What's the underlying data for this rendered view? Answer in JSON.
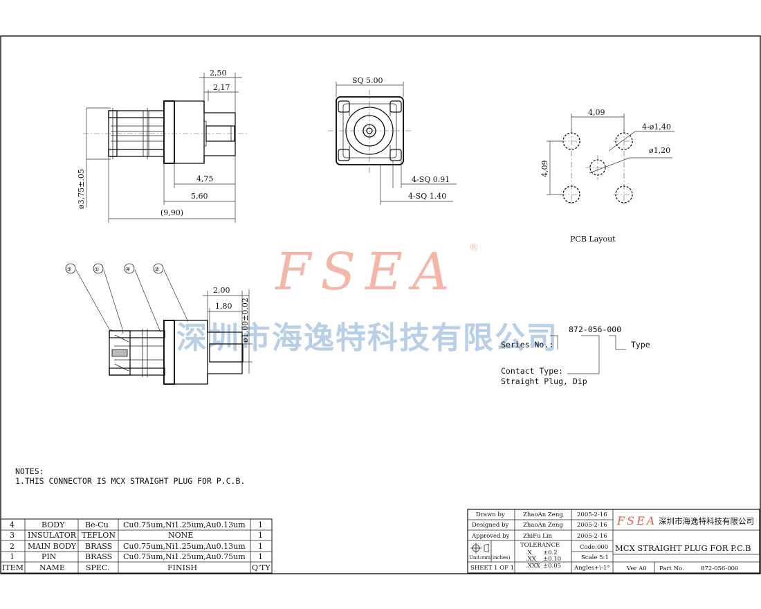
{
  "watermark": {
    "logo": "FSEA",
    "registered_mark": "®",
    "company_cn": "深圳市海逸特科技有限公司"
  },
  "side_view": {
    "dims": [
      "2,50",
      "2,17",
      "ø3,75±.05",
      "4,75",
      "5,60",
      "(9,90)"
    ]
  },
  "front_view": {
    "dims": [
      "SQ 5.00",
      "4-SQ 0.91",
      "4-SQ 1.40"
    ]
  },
  "pcb_layout": {
    "dims": [
      "4,09",
      "4,09",
      "4-ø1,40",
      "ø1,20"
    ],
    "label": "PCB Layout"
  },
  "section_view": {
    "dims": [
      "2,00",
      "1,80",
      "ø1,00±0.02"
    ],
    "balloons": [
      "③",
      "①",
      "④",
      "②"
    ]
  },
  "part_code": {
    "number": "872-056-000",
    "series_label": "Series No.:",
    "type_label": "Type",
    "contact_label": "Contact Type:",
    "contact_value": "Straight Plug, Dip"
  },
  "notes": {
    "heading": "NOTES:",
    "line1": "1.THIS CONNECTOR IS MCX STRAIGHT PLUG FOR P.C.B."
  },
  "bom": {
    "rows": [
      {
        "item": "4",
        "name": "BODY",
        "spec": "Be-Cu",
        "finish": "Cu0.75um,Ni1.25um,Au0.13um",
        "qty": "1"
      },
      {
        "item": "3",
        "name": "INSULATOR",
        "spec": "TEFLON",
        "finish": "NONE",
        "qty": "1"
      },
      {
        "item": "2",
        "name": "MAIN BODY",
        "spec": "BRASS",
        "finish": "Cu0.75um,Ni1.25um,Au0.13um",
        "qty": "1"
      },
      {
        "item": "1",
        "name": "PIN",
        "spec": "BRASS",
        "finish": "Cu0.75um,Ni1.25um,Au0.75um",
        "qty": "1"
      }
    ],
    "header": {
      "item": "ITEM",
      "name": "NAME",
      "spec": "SPEC.",
      "finish": "FINISH",
      "qty": "Q'TY"
    }
  },
  "title_block": {
    "drawn_label": "Drawn   by",
    "drawn_name": "ZhaoAn Zeng",
    "drawn_date": "2005-2-16",
    "designed_label": "Designed  by",
    "designed_name": "ZhaoAn Zeng",
    "designed_date": "2005-2-16",
    "approved_label": "Approved by",
    "approved_name": "ZhiFu Lin",
    "approved_date": "2005-2-16",
    "units": "Unit:mm(inches)",
    "tolerance_label": "TOLERANCE",
    "tol_x": ".X",
    "tol_x_val": "±0.2",
    "tol_xx": ".XX",
    "tol_xx_val": "±0.10",
    "tol_xxx": ".XXX",
    "tol_xxx_val": "±0.05",
    "sheet": "SHEET  1  OF  1",
    "code": "Code:000",
    "scale": "Scale  5:1",
    "angles": "Angles+\\-1°",
    "logo": "FSEA",
    "company": "深圳市海逸特科技有限公司",
    "product": "MCX STRAIGHT PLUG FOR P.C.B",
    "ver": "Ver A0",
    "part_no_label": "Part No.",
    "part_no": "872-056-000"
  }
}
